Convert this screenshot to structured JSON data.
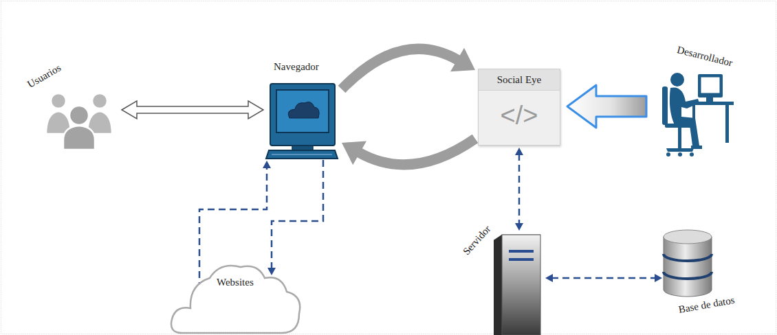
{
  "diagram": {
    "nodes": [
      {
        "text": [
          "Usuarios"
        ]
      },
      {
        "text": [
          "Navegador"
        ]
      },
      {
        "text": [
          "Social Eye",
          "</>"
        ]
      },
      {
        "text": [
          "Desarrollador"
        ]
      },
      {
        "text": [
          "Websites"
        ]
      },
      {
        "text": [
          "Servidor"
        ]
      },
      {
        "text": [
          "Base de datos"
        ]
      }
    ],
    "edges": [
      {
        "from": 0,
        "to": 1,
        "arrow": "both"
      },
      {
        "from": 1,
        "to": 2,
        "arrow": "to"
      },
      {
        "from": 2,
        "to": 1,
        "arrow": "to"
      },
      {
        "from": 3,
        "to": 2,
        "arrow": "to"
      },
      {
        "from": 1,
        "to": 4,
        "arrow": "to"
      },
      {
        "from": 4,
        "to": 1,
        "arrow": "to"
      },
      {
        "from": 2,
        "to": 5,
        "arrow": "both"
      },
      {
        "from": 5,
        "to": 6,
        "arrow": "both"
      }
    ]
  }
}
